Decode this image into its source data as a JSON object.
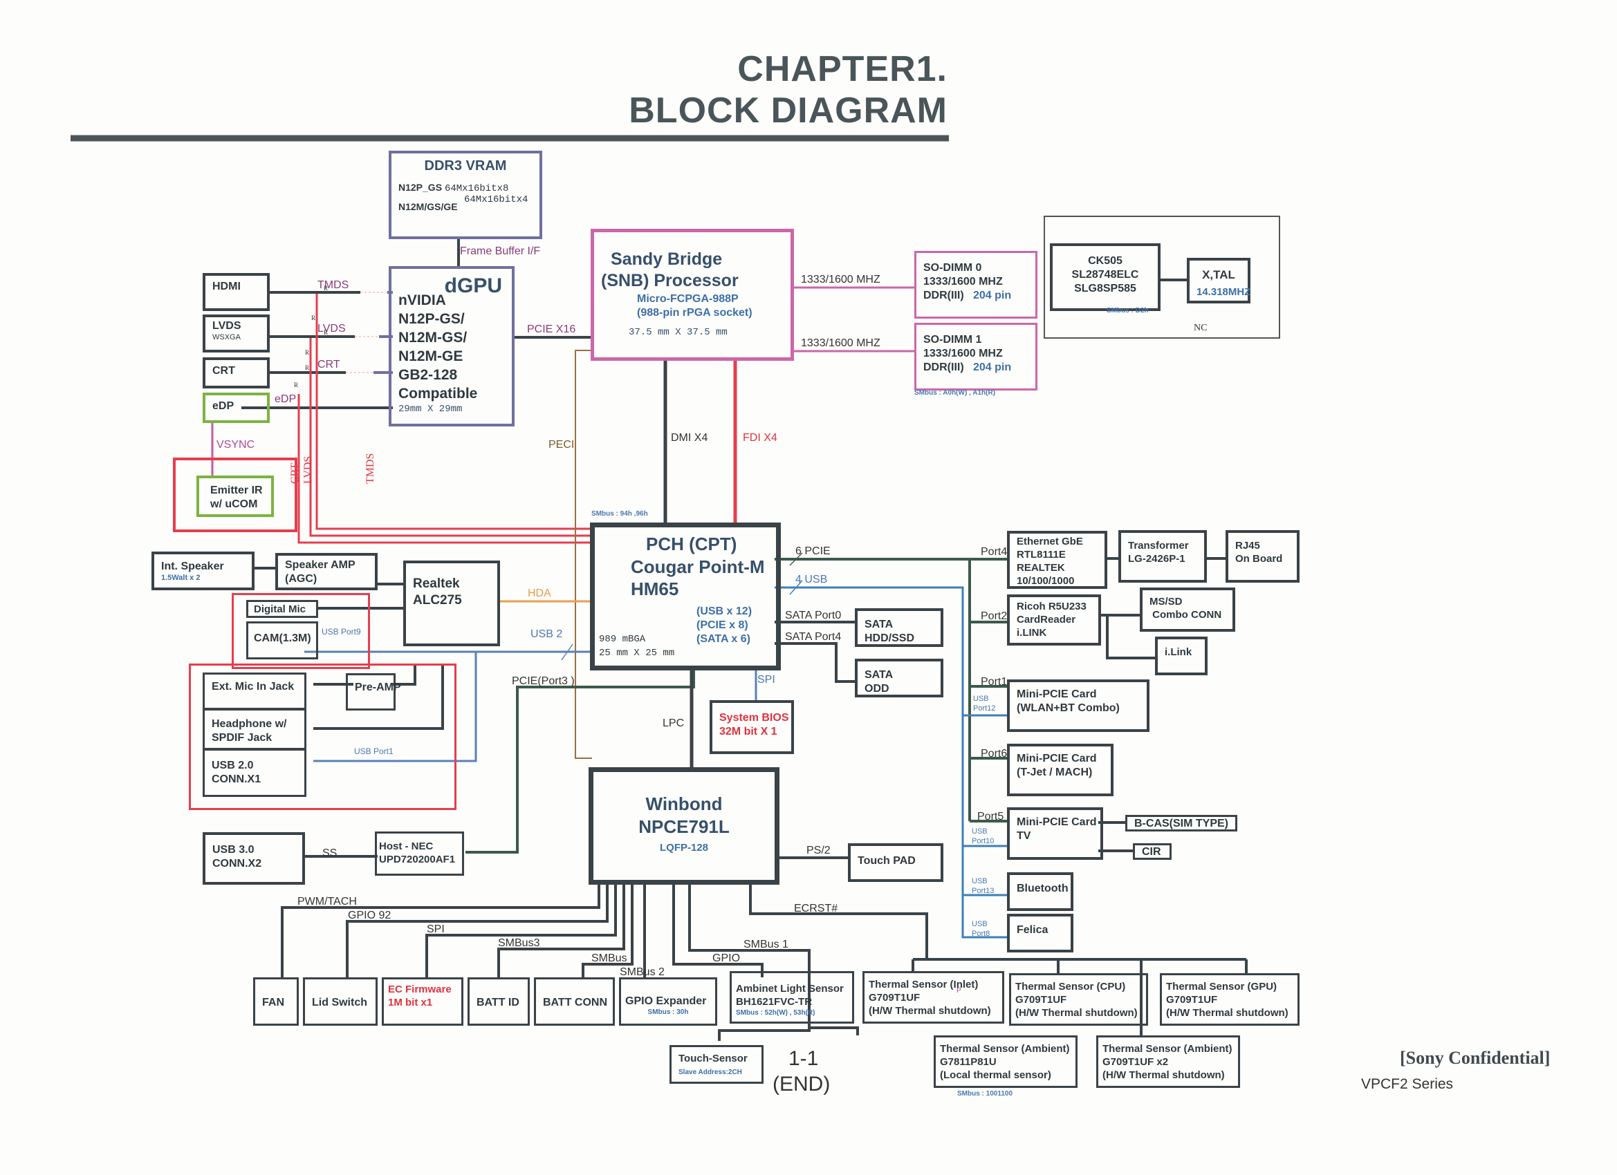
{
  "header": {
    "title_line1": "CHAPTER1.",
    "title_line2": "BLOCK DIAGRAM"
  },
  "vram": {
    "title": "DDR3 VRAM",
    "row1_part": "N12P_GS",
    "row1_spec": "64Mx16bitx8",
    "row2_part": "N12M/GS/GE",
    "row2_spec": "64Mx16bitx4"
  },
  "dgpu": {
    "title": "dGPU",
    "lines": [
      "nVIDIA",
      "N12P-GS/",
      "N12M-GS/",
      "N12M-GE",
      "GB2-128",
      "Compatible"
    ],
    "size": "29mm X 29mm"
  },
  "cpu": {
    "title1": "Sandy Bridge",
    "title2": "(SNB) Processor",
    "pkg1": "Micro-FCPGA-988P",
    "pkg2": "(988-pin rPGA socket)",
    "size": "37.5 mm X 37.5 mm"
  },
  "dimm0": {
    "name": "SO-DIMM 0",
    "speed": "1333/1600 MHZ",
    "type": "DDR(III)",
    "pins": "204 pin"
  },
  "dimm1": {
    "name": "SO-DIMM 1",
    "speed": "1333/1600 MHZ",
    "type": "DDR(III)",
    "pins": "204 pin"
  },
  "dimm_smbus": "SMbus : A0h(W) , A1h(R)",
  "clock": {
    "lines": [
      "CK505",
      "SL28748ELC",
      "SLG8SP585"
    ],
    "smbus": "SMbus : D2h",
    "xtal": "X,TAL",
    "xtal_freq": "14.318MHZ",
    "nc": "NC"
  },
  "display_ports": {
    "hdmi": "HDMI",
    "lvds": "LVDS",
    "lvds_sub": "WSXGA",
    "crt": "CRT",
    "edp": "eDP",
    "emitter": [
      "Emitter IR",
      "w/ uCOM"
    ]
  },
  "pch": {
    "title1": "PCH (CPT)",
    "title2": "Cougar Point-M",
    "title3": "HM65",
    "caps": [
      "(USB x 12)",
      "(PCIE x 8)",
      "(SATA x 6)"
    ],
    "pkg1": "989 mBGA",
    "pkg2": "25 mm X 25 mm",
    "smbus": "SMbus : 94h ,96h"
  },
  "audio": {
    "int_speaker": "Int. Speaker",
    "int_speaker_sub": "1.5Walt x 2",
    "speaker_amp": [
      "Speaker AMP",
      "(AGC)"
    ],
    "codec": [
      "Realtek",
      "ALC275"
    ],
    "digital_mic": "Digital Mic",
    "cam": "CAM(1.3M)",
    "ext_mic": "Ext. Mic In Jack",
    "preamp": "Pre-AMP",
    "headphone": [
      "Headphone  w/",
      "SPDIF Jack"
    ],
    "usb2": [
      "USB 2.0",
      "CONN.X1"
    ]
  },
  "usb3": {
    "conn": [
      "USB 3.0",
      "CONN.X2"
    ],
    "host": [
      "Host - NEC",
      "UPD720200AF1"
    ]
  },
  "storage": {
    "hdd": [
      "SATA",
      "HDD/SSD"
    ],
    "odd": [
      "SATA",
      "ODD"
    ],
    "bios": [
      "System BIOS",
      "32M bit X 1"
    ]
  },
  "network": {
    "ethernet": [
      "Ethernet GbE",
      "RTL8111E",
      "REALTEK",
      "10/100/1000"
    ],
    "transformer": [
      "Transformer",
      "LG-2426P-1"
    ],
    "rj45": [
      "RJ45",
      "On Board"
    ],
    "cardreader": [
      "Ricoh R5U233",
      "CardReader",
      "i.LINK"
    ],
    "mssd": [
      "MS/SD",
      " Combo CONN"
    ],
    "ilink": "i.Link",
    "wlan": [
      "Mini-PCIE Card",
      "(WLAN+BT Combo)"
    ],
    "tjet": [
      "Mini-PCIE Card",
      "(T-Jet / MACH)"
    ],
    "tv": [
      "Mini-PCIE Card",
      "TV"
    ],
    "bcas": "B-CAS(SIM TYPE)",
    "cir": "CIR",
    "bluetooth": "Bluetooth",
    "felica": "Felica"
  },
  "ec": {
    "title1": "Winbond",
    "title2": "NPCE791L",
    "pkg": "LQFP-128",
    "touchpad": "Touch PAD"
  },
  "ec_devices": {
    "fan": "FAN",
    "lid": "Lid Switch",
    "ecfw": [
      "EC Firmware",
      "1M bit x1"
    ],
    "batt_id": "BATT ID",
    "batt_conn": "BATT CONN",
    "gpio_exp": "GPIO Expander",
    "gpio_exp_smbus": "SMbus : 30h",
    "als": [
      "Ambinet Light Sensor",
      "BH1621FVC-TR"
    ],
    "als_smbus": "SMbus : 52h(W) , 53h(R)",
    "touch_sensor": "Touch-Sensor",
    "touch_sensor_addr": "Slave Address:2CH"
  },
  "thermal": {
    "inlet": [
      "Thermal Sensor (Inlet)",
      "G709T1UF",
      "(H/W Thermal shutdown)"
    ],
    "cpu": [
      "Thermal Sensor (CPU)",
      "G709T1UF",
      "(H/W Thermal shutdown)"
    ],
    "gpu": [
      "Thermal Sensor (GPU)",
      "G709T1UF",
      "(H/W Thermal shutdown)"
    ],
    "amb1": [
      "Thermal Sensor (Ambient)",
      "G7811P81U",
      "(Local thermal sensor)"
    ],
    "amb2": [
      "Thermal Sensor (Ambient)",
      "G709T1UF x2",
      "(H/W Thermal shutdown)"
    ],
    "amb1_smbus": "SMbus : 1001100"
  },
  "labels": {
    "frame_buffer": "Frame Buffer I/F",
    "tmds": "TMDS",
    "lvds": "LVDS",
    "crt": "CRT",
    "edp": "eDP",
    "vsync": "VSYNC",
    "pcie_x16": "PCIE X16",
    "mem0": "1333/1600 MHZ",
    "mem1": "1333/1600 MHZ",
    "peci": "PECI",
    "dmi": "DMI X4",
    "fdi": "FDI X4",
    "v_crt": "CRT",
    "v_lvds": "LVDS",
    "v_tmds": "TMDS",
    "r": "R",
    "pcie6": "6  PCIE",
    "usb4": "4  USB",
    "sata0": "SATA Port0",
    "sata4": "SATA Port4",
    "spi_bios": "SPI",
    "lpc": "LPC",
    "hda": "HDA",
    "usb2": "USB  2",
    "usb_port9": "USB Port9",
    "usb_port1": "USB Port1",
    "pcie_port3": "PCIE(Port3 )",
    "ss": "SS",
    "ps2": "PS/2",
    "ecrst": "ECRST#",
    "pwm": "PWM/TACH",
    "gpio92": "GPIO 92",
    "spi": "SPI",
    "smbus3": "SMBus3",
    "smbus": "SMBus",
    "smbus2": "SMBus 2",
    "gpio": "GPIO",
    "smbus1": "SMBus 1",
    "port4": "Port4",
    "port2": "Port2",
    "port1": "Port1",
    "usb_p12": [
      "USB",
      "Port12"
    ],
    "port6": "Port6",
    "port5": "Port5",
    "usb_p10": [
      "USB",
      "Port10"
    ],
    "usb_p13": [
      "USB",
      "Port13"
    ],
    "usb_p8": [
      "USB",
      "Port8"
    ],
    "p_mark": "P"
  },
  "footer": {
    "page": "1-1",
    "end": "(END)",
    "confidential": "[Sony Confidential]",
    "series": "VPCF2 Series"
  }
}
